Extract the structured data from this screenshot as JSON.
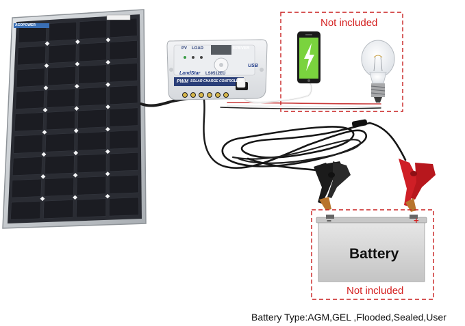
{
  "labels": {
    "not_included_top": "Not included",
    "not_included_bottom": "Not included",
    "battery": "Battery",
    "minus": "−",
    "plus": "+",
    "battery_type": "Battery Type:AGM,GEL ,Flooded,Sealed,User"
  },
  "controller": {
    "brand": "EPEVER",
    "model_line": "LandStar",
    "model_number": "LS0512EU",
    "pwm_label": "PWM",
    "subtitle": "SOLAR CHARGE CONTROLLER",
    "pv_label": "PV",
    "load_label": "LOAD",
    "usb_label": "USB"
  },
  "panel": {
    "brand_sticker": "ACOPOWER"
  },
  "colors": {
    "dashed_box": "#c81e1e",
    "cell": "#1b1c22",
    "frame": "#c4c8cc",
    "controller_blue": "#2a3e78",
    "clamp_black": "#1a1a1a",
    "clamp_red": "#cf1f26",
    "battery_body": "#d4d4d4"
  },
  "icons": [
    "solar-panel",
    "charge-controller",
    "smartphone-icon",
    "lightning-icon",
    "light-bulb-icon",
    "battery-clamp-negative",
    "battery-clamp-positive",
    "battery"
  ]
}
